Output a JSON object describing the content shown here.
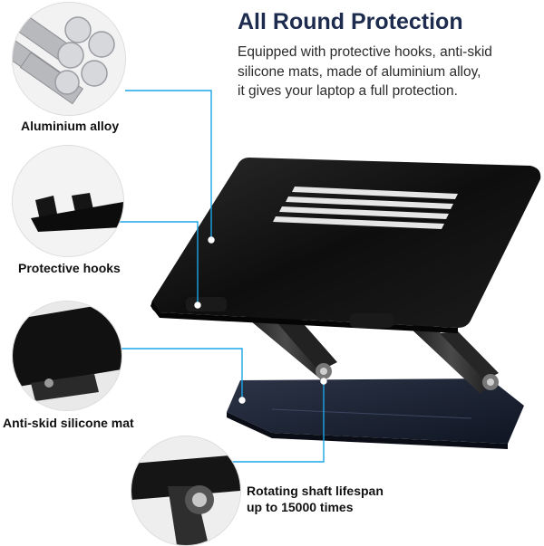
{
  "heading": {
    "title": "All Round Protection",
    "lines": [
      "Equipped with protective hooks, anti-skid",
      "silicone mats, made of aluminium alloy,",
      "it gives your laptop a full protection."
    ]
  },
  "features": {
    "aluminium": "Aluminium alloy",
    "hooks": "Protective hooks",
    "mat": "Anti-skid silicone mat",
    "shaft_line1": "Rotating shaft lifespan",
    "shaft_line2": "up to 15000 times"
  },
  "colors": {
    "leader": "#1ba5e8",
    "title": "#1d2b4f",
    "stand_black": "#111111",
    "base_navy": "#1b2436"
  }
}
